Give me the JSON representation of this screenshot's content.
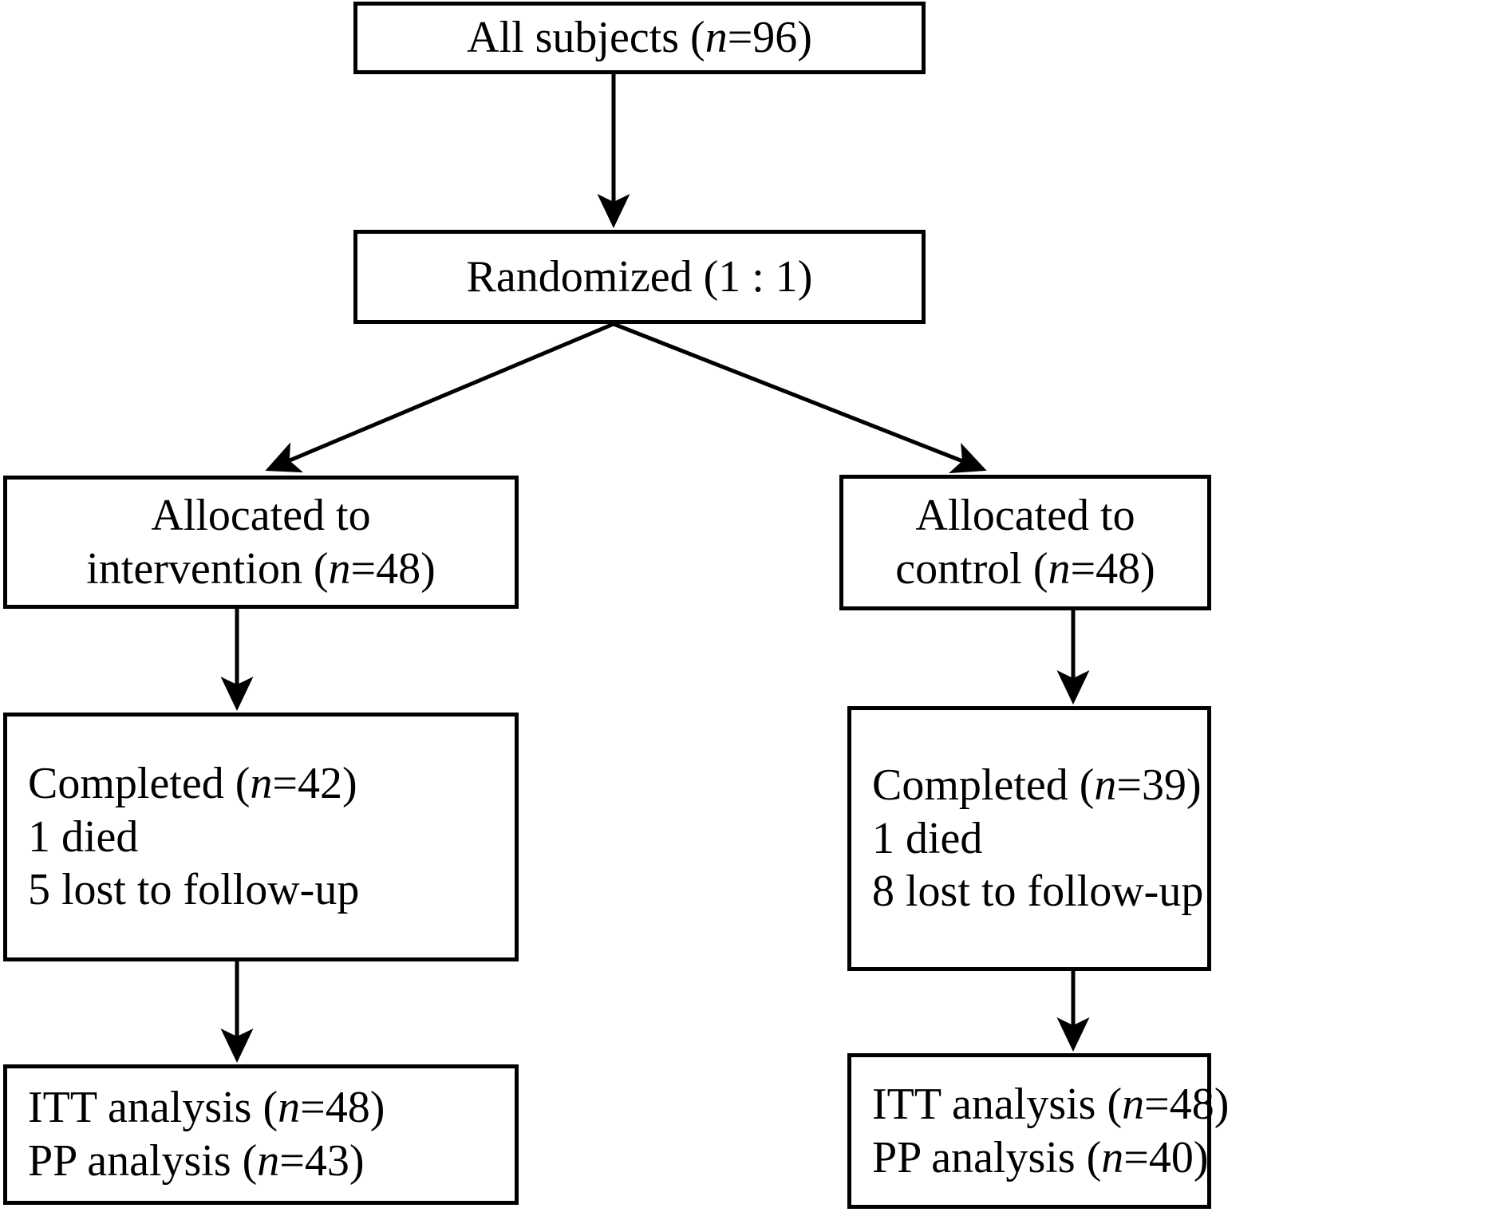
{
  "diagram": {
    "type": "CONSORT participant flow diagram",
    "nodes": {
      "all_subjects": {
        "label_prefix": "All subjects (",
        "n_var": "n",
        "label_mid": "=",
        "n_value": "96",
        "label_suffix": ")"
      },
      "randomized": {
        "label": "Randomized (1 : 1)"
      },
      "alloc_intervention": {
        "line1": "Allocated to",
        "line2_prefix": "intervention (",
        "n_var": "n",
        "line2_mid": "=",
        "n_value": "48",
        "line2_suffix": ")"
      },
      "alloc_control": {
        "line1": "Allocated to",
        "line2_prefix": "control (",
        "n_var": "n",
        "line2_mid": "=",
        "n_value": "48",
        "line2_suffix": ")"
      },
      "completed_intervention": {
        "line1_prefix": "Completed (",
        "n_var": "n",
        "line1_mid": "=",
        "n_value": "42",
        "line1_suffix": ")",
        "line2": "1 died",
        "line3": "5 lost to follow-up"
      },
      "completed_control": {
        "line1_prefix": "Completed (",
        "n_var": "n",
        "line1_mid": "=",
        "n_value": "39",
        "line1_suffix": ")",
        "line2": "1 died",
        "line3": "8 lost to follow-up"
      },
      "analysis_intervention": {
        "line1_prefix": "ITT analysis (",
        "itt_n_var": "n",
        "line1_mid": "=",
        "itt_n_value": "48",
        "line1_suffix": ")",
        "line2_prefix": "PP analysis (",
        "pp_n_var": "n",
        "line2_mid": "=",
        "pp_n_value": "43",
        "line2_suffix": ")"
      },
      "analysis_control": {
        "line1_prefix": "ITT analysis (",
        "itt_n_var": "n",
        "line1_mid": "=",
        "itt_n_value": "48",
        "line1_suffix": ")",
        "line2_prefix": "PP analysis (",
        "pp_n_var": "n",
        "line2_mid": "=",
        "pp_n_value": "40",
        "line2_suffix": ")"
      }
    },
    "colors": {
      "stroke": "#000000",
      "background": "#ffffff",
      "text": "#000000"
    }
  }
}
